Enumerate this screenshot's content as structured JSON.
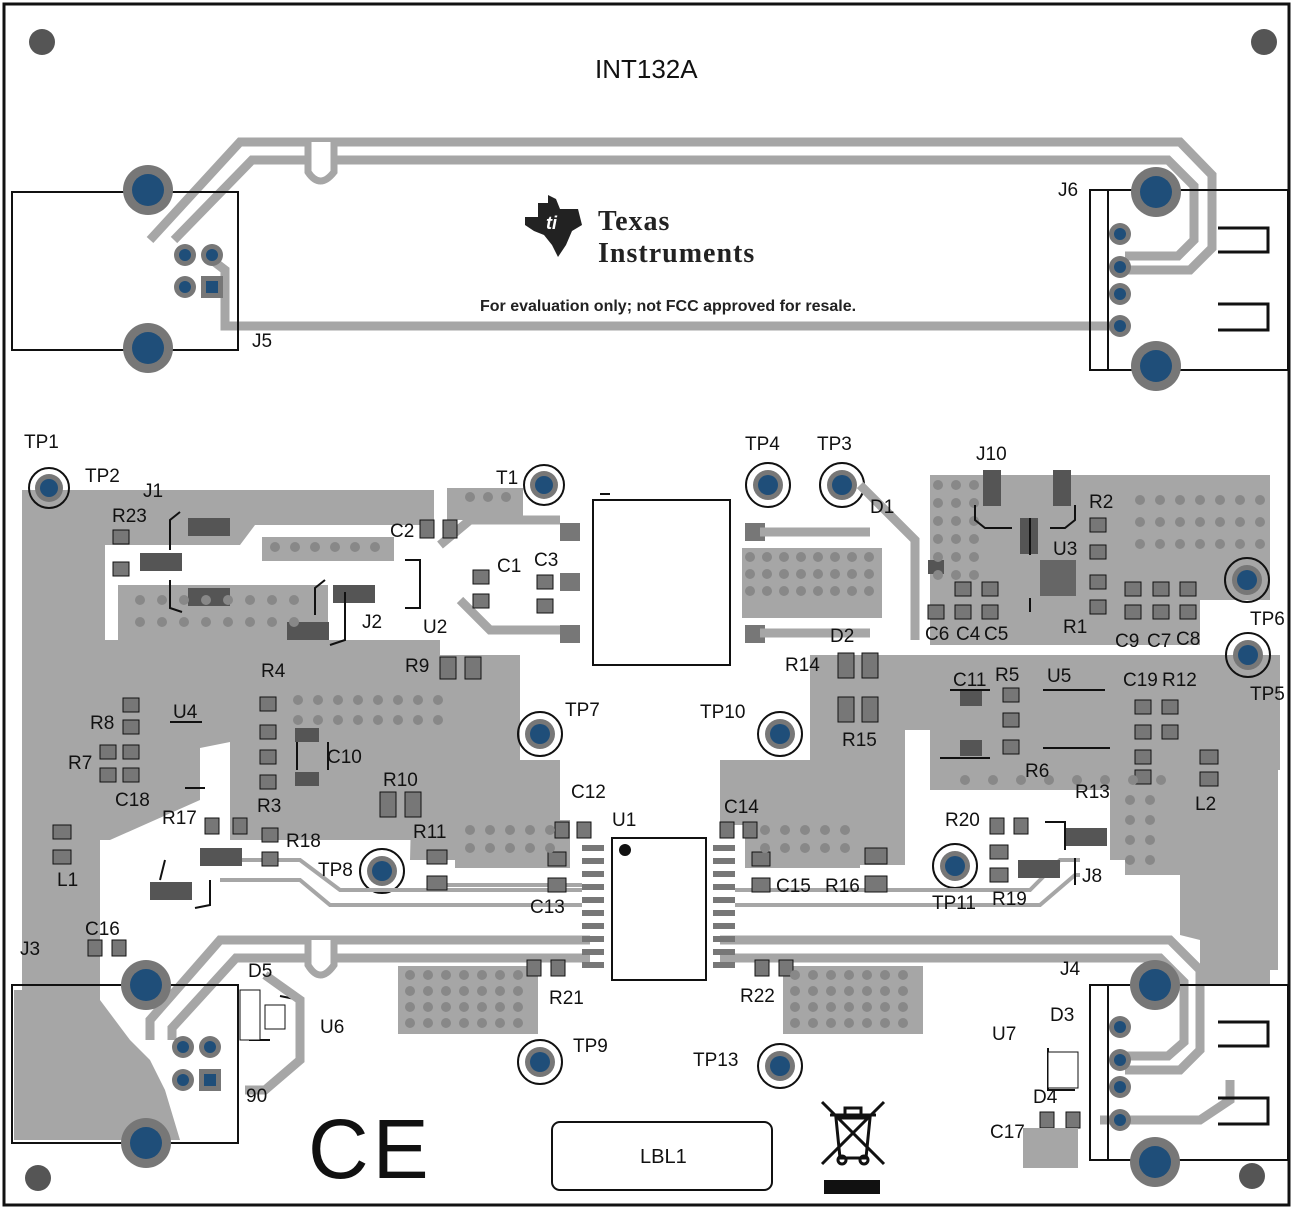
{
  "board": {
    "title": "INT132A",
    "brand_line1": "Texas",
    "brand_line2": "Instruments",
    "notice": "For evaluation only; not FCC approved for resale.",
    "label_box": "LBL1",
    "ce_mark": "CE",
    "colors": {
      "copper": "#a6a6a6",
      "pad": "#1f4e79",
      "outline": "#111111",
      "background": "#ffffff"
    }
  },
  "designators": {
    "J1": "J1",
    "J2": "J2",
    "J3": "J3",
    "J4": "J4",
    "J5": "J5",
    "J6": "J6",
    "J8": "J8",
    "J10": "J10",
    "T1": "T1",
    "U1": "U1",
    "U2": "U2",
    "U3": "U3",
    "U4": "U4",
    "U5": "U5",
    "U6": "U6",
    "U7": "U7",
    "TP1": "TP1",
    "TP2": "TP2",
    "TP3": "TP3",
    "TP4": "TP4",
    "TP5": "TP5",
    "TP6": "TP6",
    "TP7": "TP7",
    "TP8": "TP8",
    "TP9": "TP9",
    "TP10": "TP10",
    "TP11": "TP11",
    "TP13": "TP13",
    "C1": "C1",
    "C2": "C2",
    "C3": "C3",
    "C4": "C4",
    "C5": "C5",
    "C6": "C6",
    "C7": "C7",
    "C8": "C8",
    "C9": "C9",
    "C10": "C10",
    "C11": "C11",
    "C12": "C12",
    "C13": "C13",
    "C14": "C14",
    "C15": "C15",
    "C16": "C16",
    "C17": "C17",
    "C18": "C18",
    "C19": "C19",
    "R1": "R1",
    "R2": "R2",
    "R3": "R3",
    "R4": "R4",
    "R5": "R5",
    "R6": "R6",
    "R7": "R7",
    "R8": "R8",
    "R9": "R9",
    "R10": "R10",
    "R11": "R11",
    "R12": "R12",
    "R13": "R13",
    "R14": "R14",
    "R15": "R15",
    "R16": "R16",
    "R17": "R17",
    "R18": "R18",
    "R19": "R19",
    "R20": "R20",
    "R21": "R21",
    "R22": "R22",
    "R23": "R23",
    "D1": "D1",
    "D2": "D2",
    "D3": "D3",
    "D4": "D4",
    "D5": "D5",
    "D6": "90",
    "L1": "L1",
    "L2": "L2"
  }
}
